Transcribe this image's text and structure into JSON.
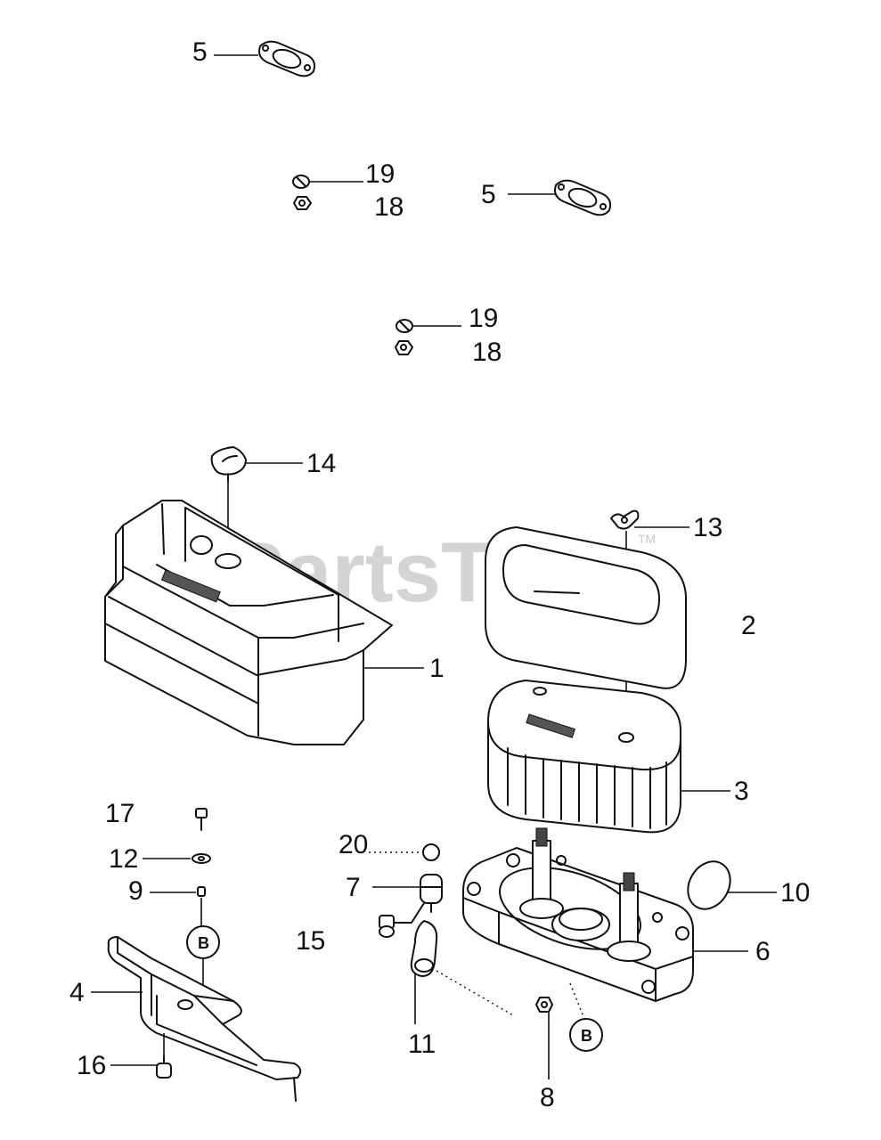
{
  "watermark": {
    "text": "PartsTree",
    "tm": "TM"
  },
  "callouts": {
    "c1": "1",
    "c2": "2",
    "c3": "3",
    "c4": "4",
    "c5a": "5",
    "c5b": "5",
    "c6": "6",
    "c7": "7",
    "c8": "8",
    "c9": "9",
    "c10": "10",
    "c11": "11",
    "c12": "12",
    "c13": "13",
    "c14": "14",
    "c15": "15",
    "c16": "16",
    "c17": "17",
    "c18a": "18",
    "c18b": "18",
    "c19a": "19",
    "c19b": "19",
    "c20": "20"
  },
  "connectors": {
    "b1": "B",
    "b2": "B"
  }
}
